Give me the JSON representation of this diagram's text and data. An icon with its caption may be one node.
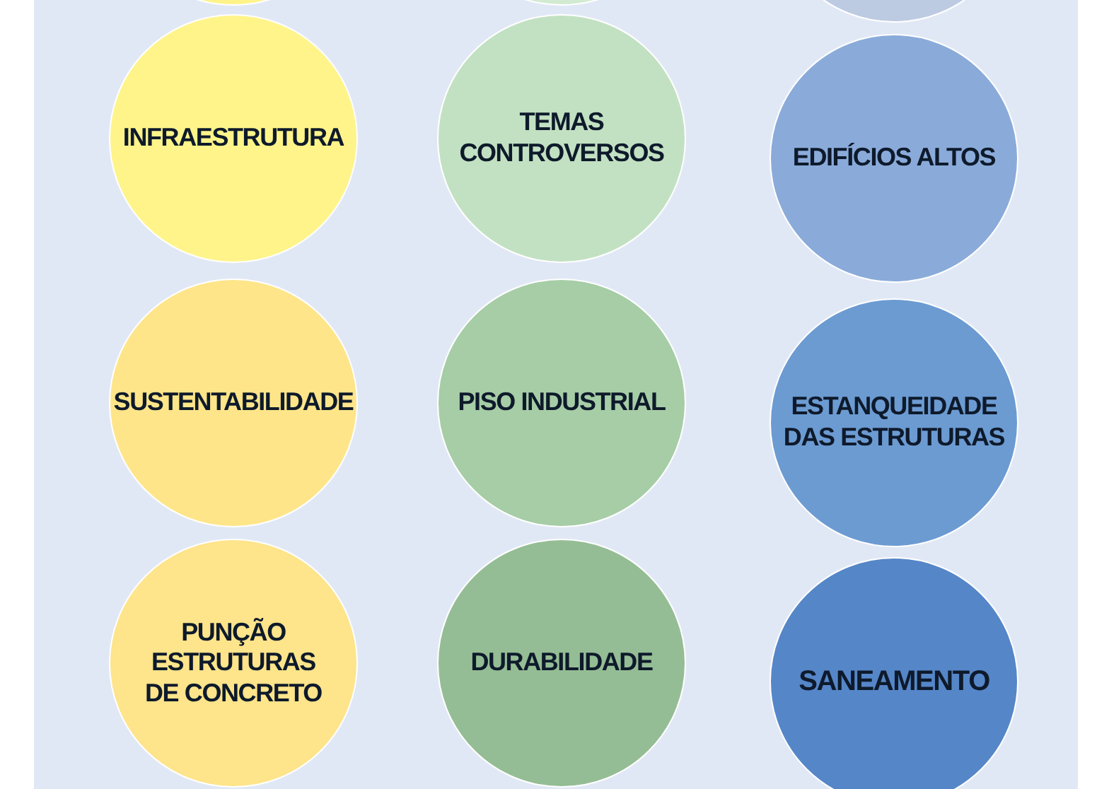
{
  "diagram": {
    "nodes": [
      {
        "text": [],
        "shape": "circle"
      },
      {
        "text": [],
        "shape": "circle"
      },
      {
        "text": [],
        "shape": "circle"
      },
      {
        "text": [
          "INFRAESTRUTURA"
        ]
      },
      {
        "text": [
          "TEMAS CONTROVERSOS"
        ]
      },
      {
        "text": [
          "EDIFÍCIOS ALTOS"
        ]
      },
      {
        "text": [
          "SUSTENTABILIDADE"
        ]
      },
      {
        "text": [
          "PISO INDUSTRIAL"
        ]
      },
      {
        "text": [
          "ESTANQUEIDADE DAS ESTRUTURAS"
        ]
      },
      {
        "text": [
          "PUNÇÃO ESTRUTURAS DE CONCRETO"
        ]
      },
      {
        "text": [
          "DURABILIDADE"
        ]
      },
      {
        "text": [
          "SANEAMENTO"
        ]
      }
    ]
  }
}
